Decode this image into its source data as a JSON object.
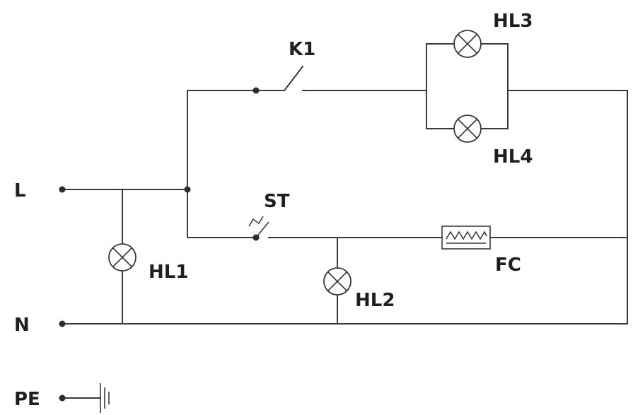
{
  "terminals": {
    "line": "L",
    "neutral": "N",
    "earth": "PE"
  },
  "components": {
    "switch_k1": "K1",
    "lamp_hl1": "HL1",
    "lamp_hl2": "HL2",
    "lamp_hl3": "HL3",
    "lamp_hl4": "HL4",
    "switch_st": "ST",
    "heater_fc": "FC"
  },
  "icons": {
    "lamp": "lamp-icon",
    "switch": "switch-icon",
    "heater": "heater-icon",
    "ground": "ground-icon"
  },
  "colors": {
    "line": "#3a3a3a",
    "text": "#1f1f1f",
    "background": "#ffffff"
  }
}
